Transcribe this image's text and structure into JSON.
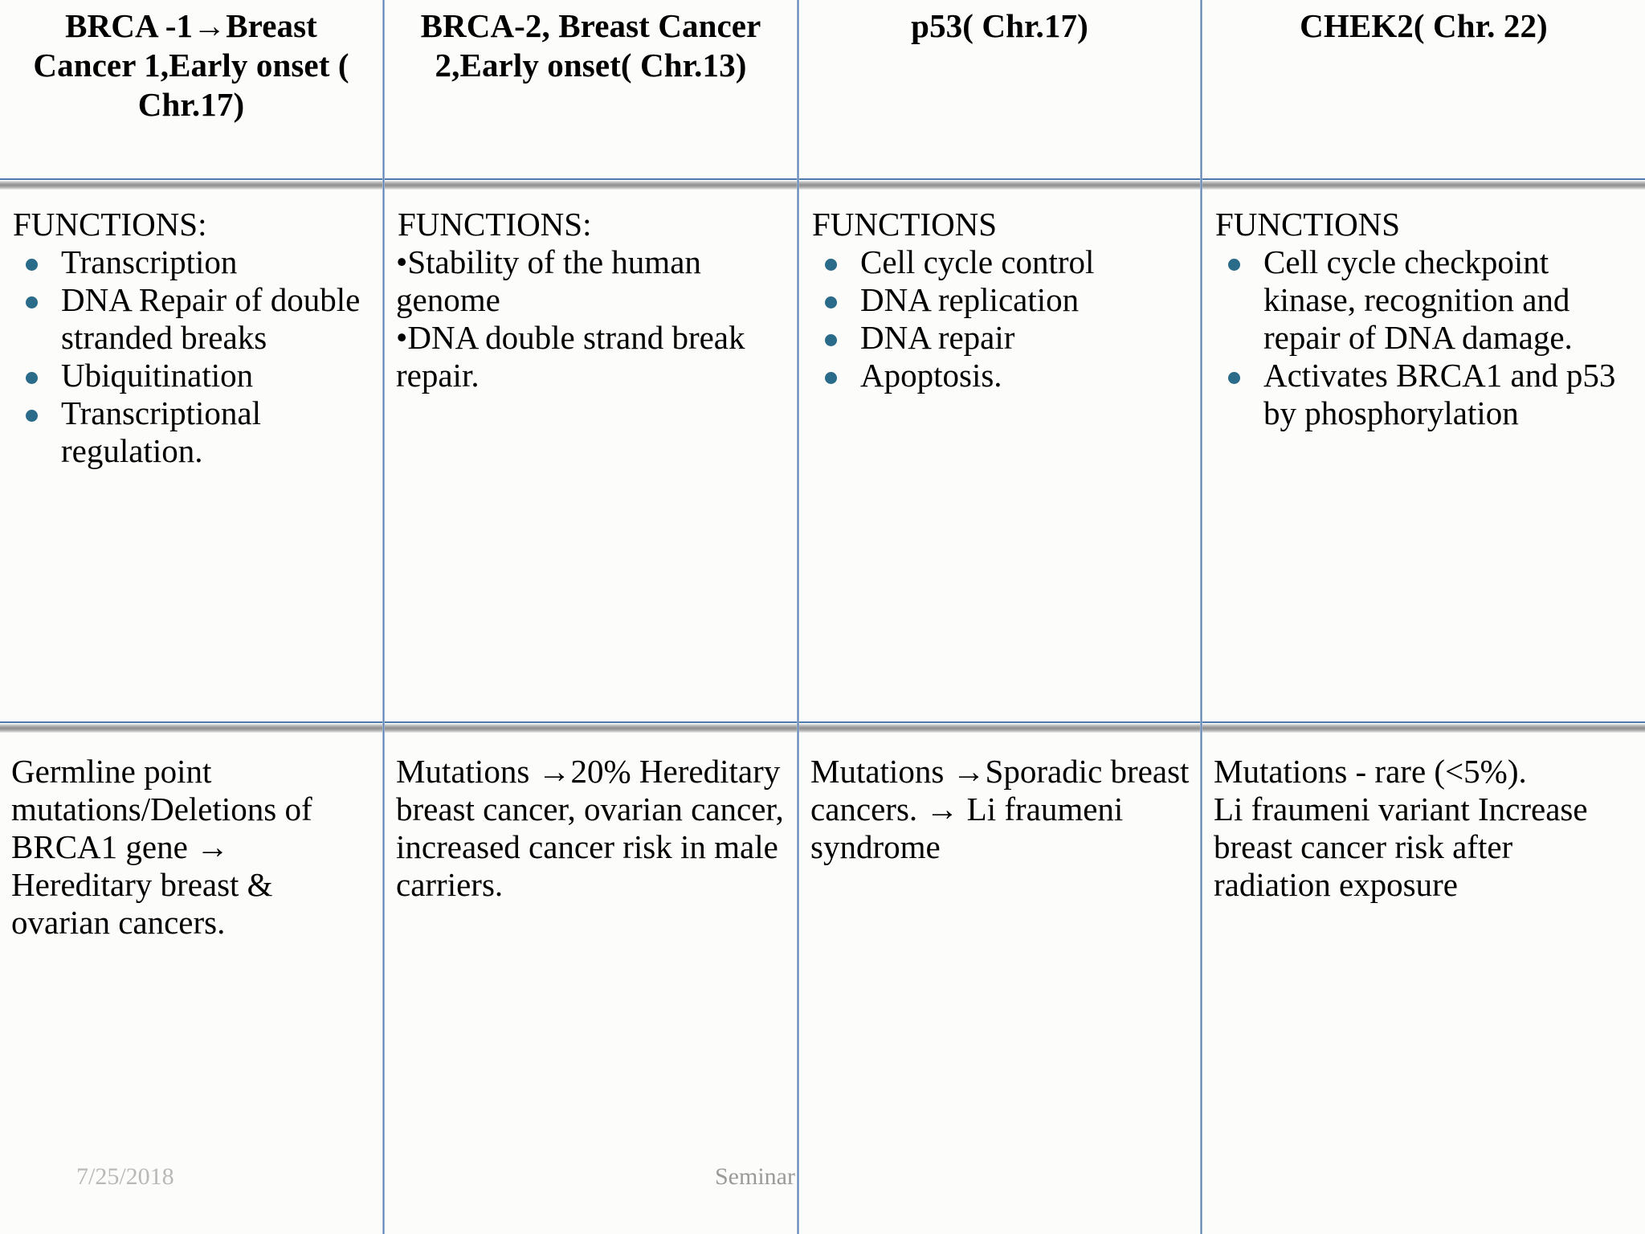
{
  "slide": {
    "title_row": [
      "BRCA -1→Breast Cancer 1,Early onset ( Chr.17)",
      "BRCA-2,  Breast Cancer   2,Early onset( Chr.13)",
      "p53( Chr.17)",
      "CHEK2( Chr. 22)"
    ],
    "columns": [
      {
        "id": "brca1",
        "header": "BRCA -1→Breast Cancer 1,Early onset ( Chr.17)",
        "functions_title": "FUNCTIONS:",
        "functions_style": "teal-bullets",
        "functions": [
          "Transcription",
          "DNA Repair of double stranded breaks",
          "Ubiquitination",
          "Transcriptional regulation."
        ],
        "mutations": "Germline point mutations/Deletions of BRCA1 gene → Hereditary breast & ovarian cancers."
      },
      {
        "id": "brca2",
        "header": "BRCA-2,  Breast Cancer   2,Early onset( Chr.13)",
        "functions_title": " FUNCTIONS:",
        "functions_style": "inline-dots",
        "functions_paragraph": "•Stability of the human genome •DNA double strand break repair.",
        "functions": [
          "•Stability of the human genome",
          "•DNA double strand break repair."
        ],
        "mutations": "Mutations →20% Hereditary breast cancer, ovarian cancer, increased cancer risk in male carriers."
      },
      {
        "id": "p53",
        "header": "p53( Chr.17)",
        "functions_title": "FUNCTIONS",
        "functions_style": "teal-bullets",
        "functions": [
          "Cell cycle control",
          "DNA replication",
          "DNA repair",
          "Apoptosis."
        ],
        "mutations": "Mutations →Sporadic breast cancers. → Li fraumeni syndrome"
      },
      {
        "id": "chek2",
        "header": "CHEK2( Chr. 22)",
        "functions_title": "FUNCTIONS",
        "functions_style": "teal-bullets",
        "functions": [
          "Cell cycle checkpoint kinase, recognition and repair of DNA damage.",
          "Activates BRCA1 and p53 by phosphorylation"
        ],
        "mutations": "Mutations - rare (<5%).\nLi fraumeni variant Increase breast cancer risk after radiation exposure"
      }
    ],
    "footer": {
      "date": "7/25/2018",
      "center_label": "Seminar"
    },
    "colors": {
      "bullet": "#2a6b89",
      "divider": "#4e79ad",
      "separator_band": "#8e8e8e",
      "footer_text": "#9a9a9a",
      "background": "#fcfcfa"
    }
  }
}
